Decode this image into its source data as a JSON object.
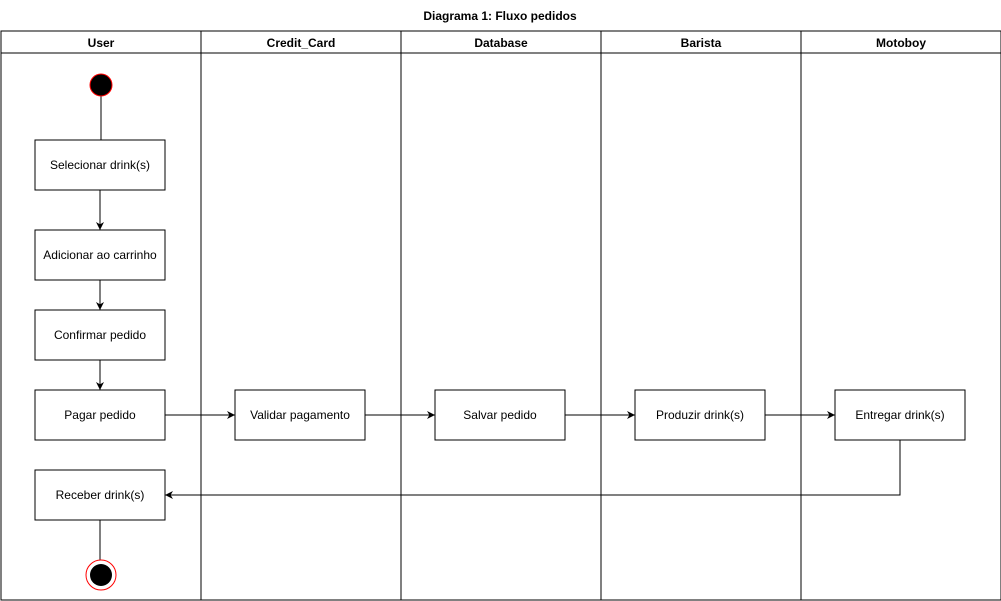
{
  "title": "Diagrama 1: Fluxo pedidos",
  "colors": {
    "stroke": "#000000",
    "fill": "#ffffff",
    "state_fill": "#000000",
    "state_ring": "#ff0000"
  },
  "lanes": [
    {
      "id": "user",
      "label": "User"
    },
    {
      "id": "credit_card",
      "label": "Credit_Card"
    },
    {
      "id": "database",
      "label": "Database"
    },
    {
      "id": "barista",
      "label": "Barista"
    },
    {
      "id": "motoboy",
      "label": "Motoboy"
    }
  ],
  "nodes": [
    {
      "id": "start",
      "kind": "initial-state",
      "lane": "user"
    },
    {
      "id": "select",
      "kind": "action",
      "lane": "user",
      "label": "Selecionar drink(s)"
    },
    {
      "id": "add",
      "kind": "action",
      "lane": "user",
      "label": "Adicionar ao carrinho"
    },
    {
      "id": "confirm",
      "kind": "action",
      "lane": "user",
      "label": "Confirmar pedido"
    },
    {
      "id": "pay",
      "kind": "action",
      "lane": "user",
      "label": "Pagar pedido"
    },
    {
      "id": "validate",
      "kind": "action",
      "lane": "credit_card",
      "label": "Validar pagamento"
    },
    {
      "id": "save",
      "kind": "action",
      "lane": "database",
      "label": "Salvar pedido"
    },
    {
      "id": "produce",
      "kind": "action",
      "lane": "barista",
      "label": "Produzir drink(s)"
    },
    {
      "id": "deliver",
      "kind": "action",
      "lane": "motoboy",
      "label": "Entregar drink(s)"
    },
    {
      "id": "receive",
      "kind": "action",
      "lane": "user",
      "label": "Receber drink(s)"
    },
    {
      "id": "end",
      "kind": "final-state",
      "lane": "user"
    }
  ],
  "edges": [
    {
      "from": "start",
      "to": "select"
    },
    {
      "from": "select",
      "to": "add"
    },
    {
      "from": "add",
      "to": "confirm"
    },
    {
      "from": "confirm",
      "to": "pay"
    },
    {
      "from": "pay",
      "to": "validate"
    },
    {
      "from": "validate",
      "to": "save"
    },
    {
      "from": "save",
      "to": "produce"
    },
    {
      "from": "produce",
      "to": "deliver"
    },
    {
      "from": "deliver",
      "to": "receive"
    },
    {
      "from": "receive",
      "to": "end"
    }
  ]
}
